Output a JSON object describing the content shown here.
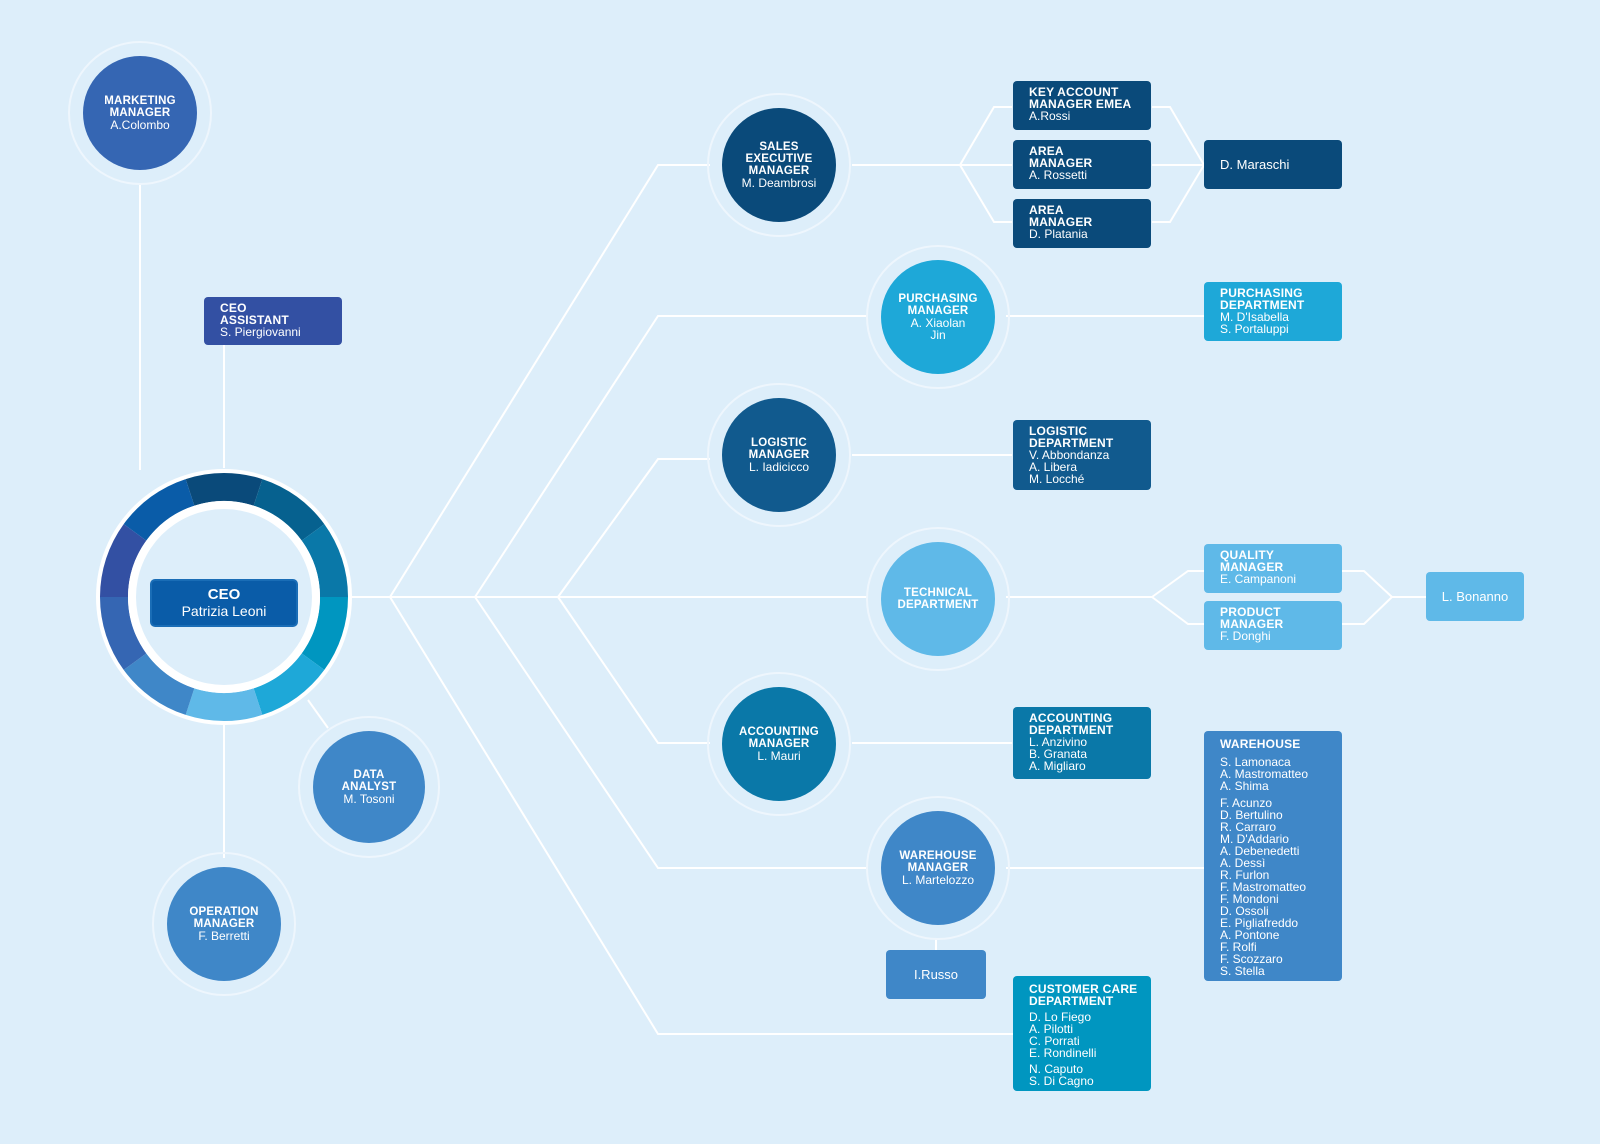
{
  "ceo": {
    "title": "CEO",
    "name": "Patrizia Leoni"
  },
  "ceo_assistant": {
    "title": "CEO\nASSISTANT",
    "name": "S. Piergiovanni"
  },
  "marketing_manager": {
    "title": "MARKETING\nMANAGER",
    "name": "A.Colombo"
  },
  "data_analyst": {
    "title": "DATA\nANALYST",
    "name": "M. Tosoni"
  },
  "operation_manager": {
    "title": "OPERATION\nMANAGER",
    "name": "F. Berretti"
  },
  "sales_executive": {
    "title": "SALES\nEXECUTIVE\nMANAGER",
    "name": "M. Deambrosi"
  },
  "key_account_manager": {
    "title": "KEY ACCOUNT\nMANAGER EMEA",
    "name": "A.Rossi"
  },
  "area_manager_1": {
    "title": "AREA\nMANAGER",
    "name": "A. Rossetti"
  },
  "area_manager_2": {
    "title": "AREA\nMANAGER",
    "name": "D. Platania"
  },
  "sales_report": {
    "name": "D. Maraschi"
  },
  "purchasing_manager": {
    "title": "PURCHASING\nMANAGER",
    "name": "A. Xiaolan\nJin"
  },
  "purchasing_department": {
    "title": "PURCHASING\nDEPARTMENT",
    "names": "M. D'Isabella\nS. Portaluppi"
  },
  "logistic_manager": {
    "title": "LOGISTIC\nMANAGER",
    "name": "L. Iadicicco"
  },
  "logistic_department": {
    "title": "LOGISTIC\nDEPARTMENT",
    "names": "V. Abbondanza\nA. Libera\nM. Locché"
  },
  "technical_department": {
    "title": "TECHNICAL\nDEPARTMENT"
  },
  "quality_manager": {
    "title": "QUALITY\nMANAGER",
    "name": "E. Campanoni"
  },
  "product_manager": {
    "title": "PRODUCT\nMANAGER",
    "name": "F. Donghi"
  },
  "technical_report": {
    "name": "L. Bonanno"
  },
  "accounting_manager": {
    "title": "ACCOUNTING\nMANAGER",
    "name": "L. Mauri"
  },
  "accounting_department": {
    "title": "ACCOUNTING\nDEPARTMENT",
    "names": "L. Anzivino\nB. Granata\nA. Migliaro"
  },
  "warehouse_manager": {
    "title": "WAREHOUSE\nMANAGER",
    "name": "L. Martelozzo"
  },
  "warehouse_assistant": {
    "name": "I.Russo"
  },
  "warehouse": {
    "title": "WAREHOUSE",
    "group1": "S. Lamonaca\nA. Mastromatteo\nA. Shima",
    "group2": "F. Acunzo\nD. Bertulino\nR. Carraro\nM. D'Addario\nA. Debenedetti\nA. Dessì\nR. Furlon\nF. Mastromatteo\nF. Mondoni\nD. Ossoli\nE. Pigliafreddo\nA. Pontone\nF. Rolfi\nF. Scozzaro\nS. Stella"
  },
  "customer_care": {
    "title": "CUSTOMER CARE\nDEPARTMENT",
    "group1": "D. Lo Fiego\nA. Pilotti\nC. Porrati\nE. Rondinelli",
    "group2": "N. Caputo\nS. Di Cagno"
  },
  "colors": {
    "background": "#ddeefa",
    "navy": "#0a4a7a",
    "dark_blue": "#115a8e",
    "royal_blue": "#3566b3",
    "indigo": "#3350a3",
    "mid_blue": "#3f87c8",
    "teal": "#0a78a8",
    "cyan": "#1ea8d8",
    "sky": "#5fb9e8",
    "line": "#ffffff"
  },
  "ceo_ring_segments": [
    "#0a4a7a",
    "#06618f",
    "#0a78a8",
    "#0096c0",
    "#1ea8d8",
    "#5fb9e8",
    "#3f87c8",
    "#3566b3",
    "#3350a3",
    "#0a5ca8"
  ]
}
